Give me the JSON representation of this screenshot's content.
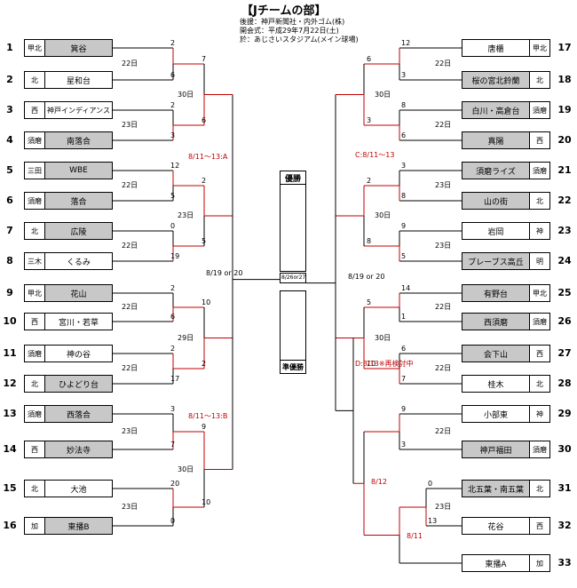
{
  "header": {
    "title": "【Jチームの部】",
    "line1": "後援：神戸新聞社・内外ゴム(株)",
    "line2": "開会式：平成29年7月22日(土)",
    "line3": "於：あじさいスタジアム(メイン球場)"
  },
  "left_teams": [
    {
      "no": "1",
      "district": "甲北",
      "name": "箕谷"
    },
    {
      "no": "2",
      "district": "北",
      "name": "星和台"
    },
    {
      "no": "3",
      "district": "西",
      "name": "神戸インディアンス"
    },
    {
      "no": "4",
      "district": "須磨",
      "name": "南落合"
    },
    {
      "no": "5",
      "district": "三田",
      "name": "WBE"
    },
    {
      "no": "6",
      "district": "須磨",
      "name": "落合"
    },
    {
      "no": "7",
      "district": "北",
      "name": "広陵"
    },
    {
      "no": "8",
      "district": "三木",
      "name": "くるみ"
    },
    {
      "no": "9",
      "district": "甲北",
      "name": "花山"
    },
    {
      "no": "10",
      "district": "西",
      "name": "宮川・若草"
    },
    {
      "no": "11",
      "district": "須磨",
      "name": "神の谷"
    },
    {
      "no": "12",
      "district": "北",
      "name": "ひよどり台"
    },
    {
      "no": "13",
      "district": "須磨",
      "name": "西落合"
    },
    {
      "no": "14",
      "district": "西",
      "name": "妙法寺"
    },
    {
      "no": "15",
      "district": "北",
      "name": "大池"
    },
    {
      "no": "16",
      "district": "加",
      "name": "東播B"
    }
  ],
  "right_teams": [
    {
      "no": "17",
      "district": "甲北",
      "name": "唐櫃"
    },
    {
      "no": "18",
      "district": "北",
      "name": "桜の宮北鈴蘭"
    },
    {
      "no": "19",
      "district": "須磨",
      "name": "白川・高倉台"
    },
    {
      "no": "20",
      "district": "西",
      "name": "真陽"
    },
    {
      "no": "21",
      "district": "須磨",
      "name": "須磨ライズ"
    },
    {
      "no": "22",
      "district": "北",
      "name": "山の街"
    },
    {
      "no": "23",
      "district": "神",
      "name": "岩岡"
    },
    {
      "no": "24",
      "district": "明",
      "name": "ブレーブス高丘"
    },
    {
      "no": "25",
      "district": "甲北",
      "name": "有野台"
    },
    {
      "no": "26",
      "district": "須磨",
      "name": "西須磨"
    },
    {
      "no": "27",
      "district": "西",
      "name": "会下山"
    },
    {
      "no": "28",
      "district": "北",
      "name": "桂木"
    },
    {
      "no": "29",
      "district": "神",
      "name": "小部東"
    },
    {
      "no": "30",
      "district": "須磨",
      "name": "神戸福田"
    },
    {
      "no": "31",
      "district": "北",
      "name": "北五葉・南五葉"
    },
    {
      "no": "32",
      "district": "西",
      "name": "花谷"
    },
    {
      "no": "33",
      "district": "加",
      "name": "東播A"
    }
  ],
  "left_r1_scores": [
    "2",
    "6",
    "2",
    "3",
    "12",
    "5",
    "0",
    "19",
    "2",
    "6",
    "2",
    "17",
    "3",
    "7",
    "20",
    "0"
  ],
  "left_r1_days": [
    "22日",
    "23日",
    "22日",
    "22日",
    "22日",
    "22日",
    "23日",
    "23日"
  ],
  "left_r2_scores": [
    "7",
    "6",
    "2",
    "5",
    "10",
    "2",
    "9",
    "10"
  ],
  "left_r2_days": [
    "30日",
    "23日",
    "29日",
    "30日"
  ],
  "right_r1_scores": [
    "12",
    "3",
    "8",
    "6",
    "3",
    "8",
    "9",
    "5",
    "14",
    "1",
    "6",
    "7",
    "9",
    "3"
  ],
  "right_r1_days": [
    "22日",
    "22日",
    "23日",
    "23日",
    "22日",
    "22日",
    "22日",
    "23日"
  ],
  "right_r2_scores": [
    "6",
    "3",
    "2",
    "8",
    "5",
    "10",
    "0",
    "13"
  ],
  "right_r2_days": [
    "30日",
    "30日",
    "30日"
  ],
  "left_red": [
    "8/11〜13:A",
    "8/11〜13:B"
  ],
  "right_red": [
    "C:8/11〜13",
    "D:8/13※再検討中",
    "8/12",
    "8/11"
  ],
  "semi_dates": [
    "8/19 or 20",
    "8/19 or 20"
  ],
  "final": {
    "date": "8/26or27",
    "champion": "優勝",
    "runner_up": "準優勝"
  }
}
